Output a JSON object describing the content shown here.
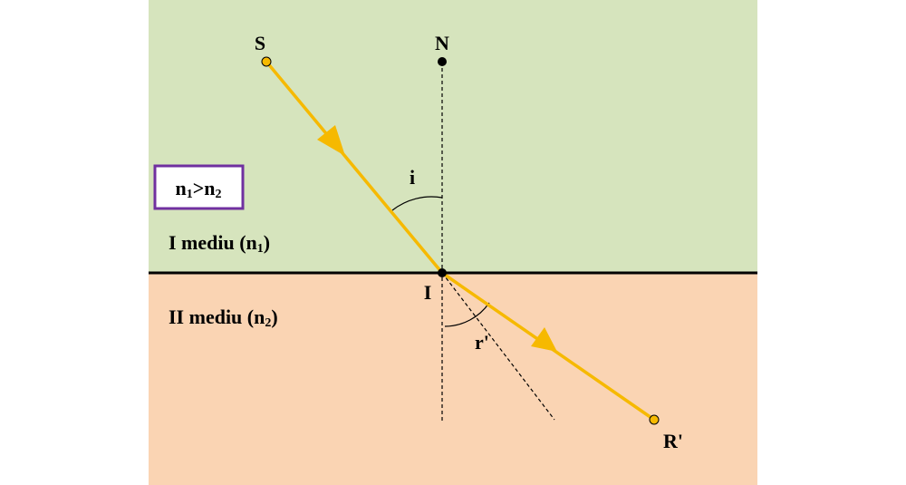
{
  "colors": {
    "medium1": "#d6e4bd",
    "medium2": "#fad4b3",
    "ray": "#f6b900",
    "point_fill": "#f6b900",
    "box_border": "#7030a0",
    "interface": "#000000"
  },
  "points": {
    "source": "S",
    "normal": "N",
    "incidence": "I",
    "refracted_end": "R'"
  },
  "angles": {
    "incidence": "i",
    "refraction": "r'"
  },
  "condition": {
    "n1": "n",
    "n1_sub": "1",
    "relation": ">",
    "n2": "n",
    "n2_sub": "2"
  },
  "media": {
    "first": {
      "prefix": "I mediu (n",
      "sub": "1",
      "suffix": ")"
    },
    "second": {
      "prefix": "II mediu (n",
      "sub": "2",
      "suffix": ")"
    }
  }
}
